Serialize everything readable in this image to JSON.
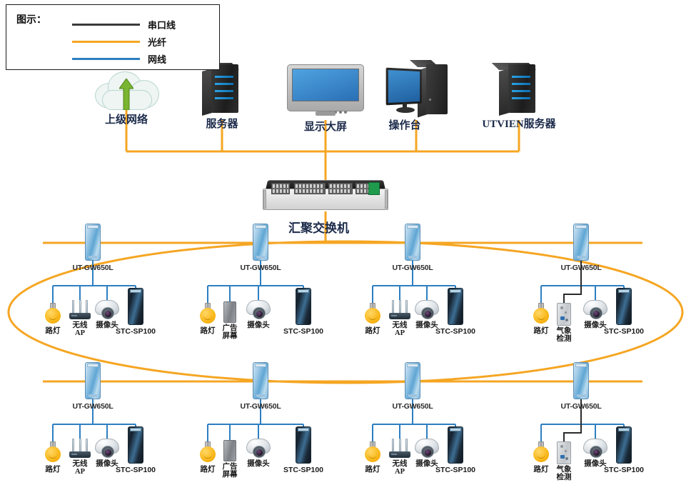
{
  "legend": {
    "title": "图示：",
    "items": [
      {
        "label": "串口线",
        "color": "#3b3b3b",
        "name": "serial-line"
      },
      {
        "label": "光纤",
        "color": "#f5a623",
        "name": "fiber-line"
      },
      {
        "label": "网线",
        "color": "#2d7fc1",
        "name": "network-line"
      }
    ]
  },
  "colors": {
    "fiber": "#f5a623",
    "network": "#2d7fc1",
    "serial": "#3b3b3b",
    "caption": "#1b2a4a"
  },
  "top_devices": [
    {
      "label": "上级网络",
      "icon": "cloud-upload-icon"
    },
    {
      "label": "服务器",
      "icon": "server-tower-icon"
    },
    {
      "label": "显示大屏",
      "icon": "display-screen-icon"
    },
    {
      "label": "操作台",
      "icon": "operator-console-icon"
    },
    {
      "label": "UTVIEN服务器",
      "icon": "server-tower-icon"
    }
  ],
  "switch": {
    "label": "汇聚交换机",
    "icon": "rack-switch-icon"
  },
  "gateway_label": "UT-GW650L",
  "edge_devices": {
    "lamp": {
      "label": "路灯",
      "icon": "street-lamp-icon"
    },
    "ap": {
      "label": "无线\nAP",
      "line1": "无线",
      "line2": "AP",
      "icon": "wireless-ap-icon"
    },
    "adscreen": {
      "label": "广告\n屏幕",
      "line1": "广告",
      "line2": "屏幕",
      "icon": "ad-screen-icon"
    },
    "weather": {
      "label": "气象\n检测",
      "line1": "气象",
      "line2": "检测",
      "icon": "weather-sensor-icon"
    },
    "camera": {
      "label": "摄像头",
      "icon": "dome-camera-icon"
    },
    "stc": {
      "label": "STC-SP100",
      "icon": "stc-cabinet-icon"
    }
  },
  "branches": [
    {
      "row": "top",
      "index": 0,
      "gateway": "UT-GW650L",
      "second_device": "ap"
    },
    {
      "row": "top",
      "index": 1,
      "gateway": "UT-GW650L",
      "second_device": "adscreen"
    },
    {
      "row": "top",
      "index": 2,
      "gateway": "UT-GW650L",
      "second_device": "ap"
    },
    {
      "row": "top",
      "index": 3,
      "gateway": "UT-GW650L",
      "second_device": "weather"
    },
    {
      "row": "bottom",
      "index": 0,
      "gateway": "UT-GW650L",
      "second_device": "ap"
    },
    {
      "row": "bottom",
      "index": 1,
      "gateway": "UT-GW650L",
      "second_device": "adscreen"
    },
    {
      "row": "bottom",
      "index": 2,
      "gateway": "UT-GW650L",
      "second_device": "ap"
    },
    {
      "row": "bottom",
      "index": 3,
      "gateway": "UT-GW650L",
      "second_device": "weather"
    }
  ]
}
